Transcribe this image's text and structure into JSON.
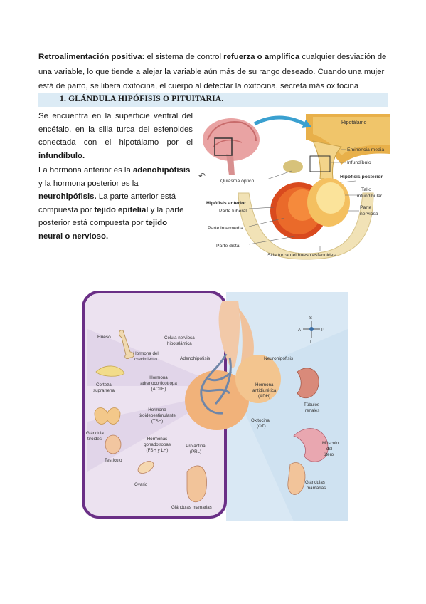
{
  "intro": {
    "term": "Retroalimentación positiva:",
    "t1": " el sistema de control ",
    "b1": "refuerza o amplifica",
    "t2": " cualquier desviación de una variable, lo que tiende a alejar la variable aún más de su rango deseado. Cuando una mujer está de parto, se libera oxitocina, el cuerpo al detectar la oxitocina, secreta más oxitocina"
  },
  "section": {
    "title": "1.   GLÁNDULA HIPÓFISIS O PITUITARIA."
  },
  "body": {
    "p1_text": "Se encuentra en la superficie ventral del encéfalo, en la silla turca del esfenoides conectada con el hipotálamo por el ",
    "p1_bold": "infundíbulo.",
    "p2_a": "La hormona anterior es la ",
    "p2_b1": "adenohipófisis",
    "p2_c": " y la hormona posterior es la ",
    "p2_b2": "neurohipófisis.",
    "p2_d": " La parte anterior está compuesta por ",
    "p2_b3": "tejido epitelial",
    "p2_e": " y la parte posterior está compuesta por ",
    "p2_b4": "tejido neural o nervioso."
  },
  "mark": "↶",
  "figure1": {
    "hipotalamo": "Hipotálamo",
    "eminencia": "Eminencia media",
    "infundibulo": "Infundíbulo",
    "quiasma": "Quiasma óptico",
    "hip_posterior": "Hipófisis posterior",
    "tallo": "Tallo infundibular",
    "tallo_1": "Tallo",
    "tallo_2": "infundibular",
    "hip_anterior": "Hipófisis anterior",
    "parte_tuberal": "Parte tuberal",
    "parte_nerviosa_1": "Parte",
    "parte_nerviosa_2": "nerviosa",
    "parte_intermedia": "Parte intermedia",
    "parte_distal": "Parte distal",
    "silla": "Silla turca del hueso esfenoides"
  },
  "figure2": {
    "celula_1": "Célula nerviosa",
    "celula_2": "hipotalámica",
    "orient_s": "S",
    "orient_a": "A",
    "orient_p": "P",
    "orient_i": "I",
    "hueso": "Hueso",
    "gh_1": "Hormona del",
    "gh_2": "crecimiento",
    "adeno": "Adenohipófisis",
    "neuro": "Neurohipófisis",
    "corteza_1": "Corteza",
    "corteza_2": "suprarrenal",
    "acth_1": "Hormona",
    "acth_2": "adrenocorticotropa",
    "acth_3": "(ACTH)",
    "adh_1": "Hormona",
    "adh_2": "antidiurética",
    "adh_3": "(ADH)",
    "tubulos_1": "Túbulos",
    "tubulos_2": "renales",
    "tsh_1": "Hormona",
    "tsh_2": "tiroideoestimulante",
    "tsh_3": "(TSH)",
    "tiroides_1": "Glándula",
    "tiroides_2": "tiroides",
    "oxi_1": "Oxitocina",
    "oxi_2": "(OT)",
    "fsh_1": "Hormonas",
    "fsh_2": "gonadotropas",
    "fsh_3": "(FSH y LH)",
    "musculo_1": "Músculo",
    "musculo_2": "del",
    "musculo_3": "útero",
    "testiculo": "Testículo",
    "prl_1": "Prolactina",
    "prl_2": "(PRL)",
    "ovario": "Ovario",
    "mamarias_1": "Glándulas",
    "mamarias_2": "mamarias",
    "mamarias_left": "Glándulas mamarias"
  },
  "colors": {
    "heading_bg": "#dcebf5",
    "frame": "#6a2f86",
    "left_bg": "#ece2f0",
    "right_bg": "#d9e8f4"
  }
}
